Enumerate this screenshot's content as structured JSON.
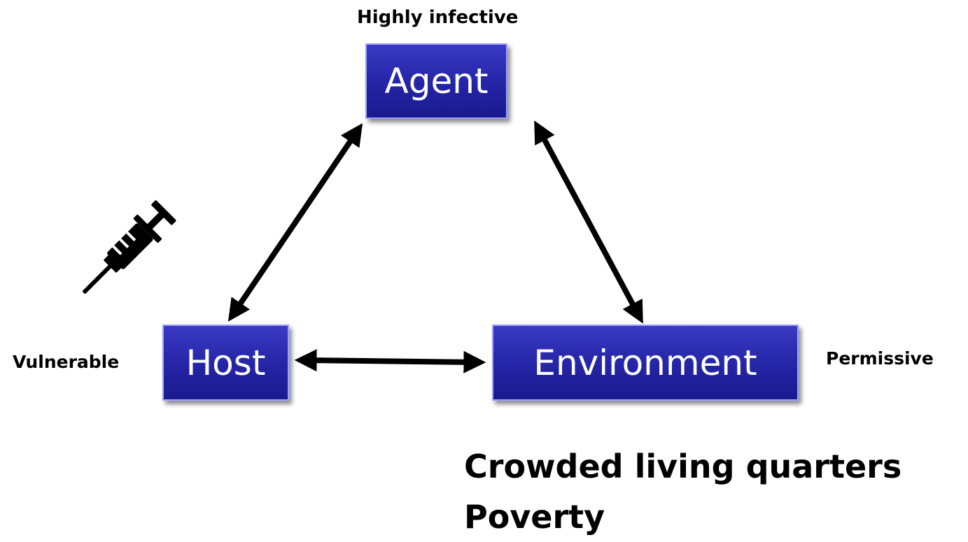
{
  "nodes": {
    "agent": "Agent",
    "host": "Host",
    "environment": "Environment"
  },
  "annotations": {
    "agent": "Highly infective",
    "host": "Vulnerable",
    "environment": "Permissive"
  },
  "environment_factors": [
    "Crowded living quarters",
    "Poverty"
  ],
  "icons": {
    "host_side": "syringe-icon"
  },
  "colors": {
    "node_fill": "#2424a6",
    "node_border": "#9ea2ff",
    "arrow": "#000000"
  }
}
